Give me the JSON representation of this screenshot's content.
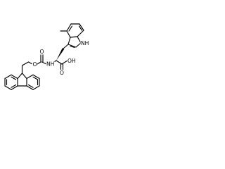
{
  "molecule": {
    "atoms": {
      "ring_nh": "NH",
      "carbamate_oxygen": "O",
      "carbonyl_oxygen": "O",
      "amide_nh": "NH",
      "carboxyl_oxygen": "O",
      "hydroxyl": "OH"
    },
    "colors": {
      "bond": "#000000",
      "label": "#000000",
      "background": "#ffffff"
    }
  }
}
